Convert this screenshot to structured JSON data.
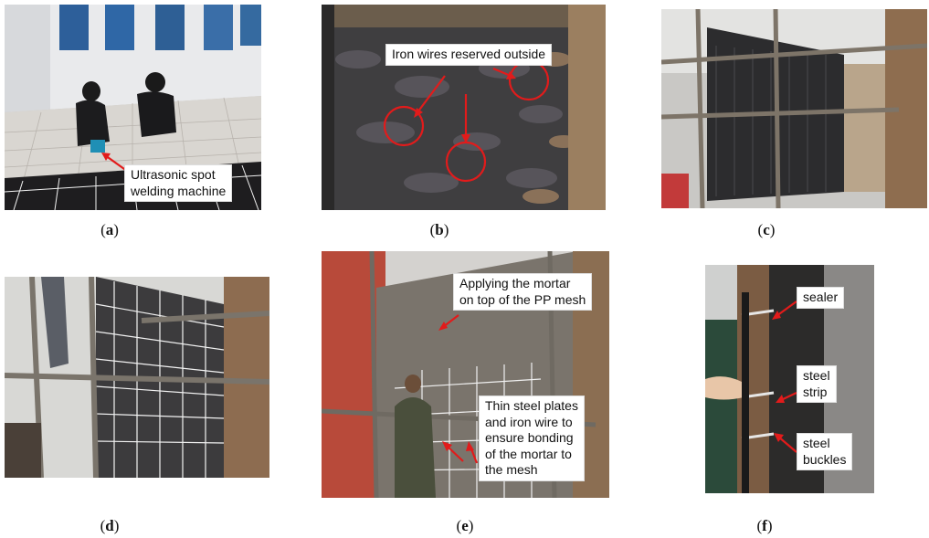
{
  "captions": {
    "a": "a",
    "b": "b",
    "c": "c",
    "d": "d",
    "e": "e",
    "f": "f"
  },
  "labels": {
    "a_machine": [
      "Ultrasonic spot",
      "welding machine"
    ],
    "b_wires": "Iron wires reserved outside",
    "e_mortar": [
      "Applying the mortar",
      "on top of the PP mesh"
    ],
    "e_plates": [
      "Thin steel plates",
      "and iron  wire to",
      "ensure bonding",
      "of the mortar to",
      "the mesh"
    ],
    "f_sealer": "sealer",
    "f_strip": [
      "steel",
      "strip"
    ],
    "f_buckles": [
      "steel",
      "buckles"
    ]
  },
  "colors": {
    "annotation_red": "#e21b1b",
    "wall_dark": "#3a3a3c",
    "mortar_gray": "#7a756e",
    "timber": "#8a6a4a",
    "scaffold": "#6d6b67"
  }
}
